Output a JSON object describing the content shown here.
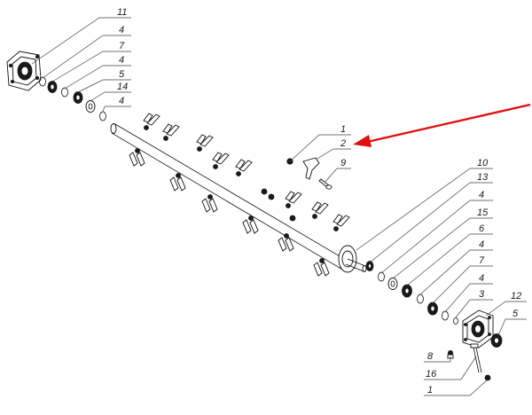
{
  "diagram": {
    "arrow_color": "#e01010",
    "callouts": [
      {
        "id": "c-11-top",
        "text": "11"
      },
      {
        "id": "c-4-a",
        "text": "4"
      },
      {
        "id": "c-7-top",
        "text": "7"
      },
      {
        "id": "c-4-b",
        "text": "4"
      },
      {
        "id": "c-5-top",
        "text": "5"
      },
      {
        "id": "c-14",
        "text": "14"
      },
      {
        "id": "c-4-c",
        "text": "4"
      },
      {
        "id": "c-1-mid",
        "text": "1"
      },
      {
        "id": "c-2",
        "text": "2"
      },
      {
        "id": "c-9",
        "text": "9"
      },
      {
        "id": "c-10",
        "text": "10"
      },
      {
        "id": "c-13",
        "text": "13"
      },
      {
        "id": "c-4-d",
        "text": "4"
      },
      {
        "id": "c-15",
        "text": "15"
      },
      {
        "id": "c-6",
        "text": "6"
      },
      {
        "id": "c-4-e",
        "text": "4"
      },
      {
        "id": "c-7-bot",
        "text": "7"
      },
      {
        "id": "c-4-f",
        "text": "4"
      },
      {
        "id": "c-3",
        "text": "3"
      },
      {
        "id": "c-12",
        "text": "12"
      },
      {
        "id": "c-5-bot",
        "text": "5"
      },
      {
        "id": "c-8",
        "text": "8"
      },
      {
        "id": "c-16",
        "text": "16"
      },
      {
        "id": "c-1-bot",
        "text": "1"
      }
    ]
  }
}
